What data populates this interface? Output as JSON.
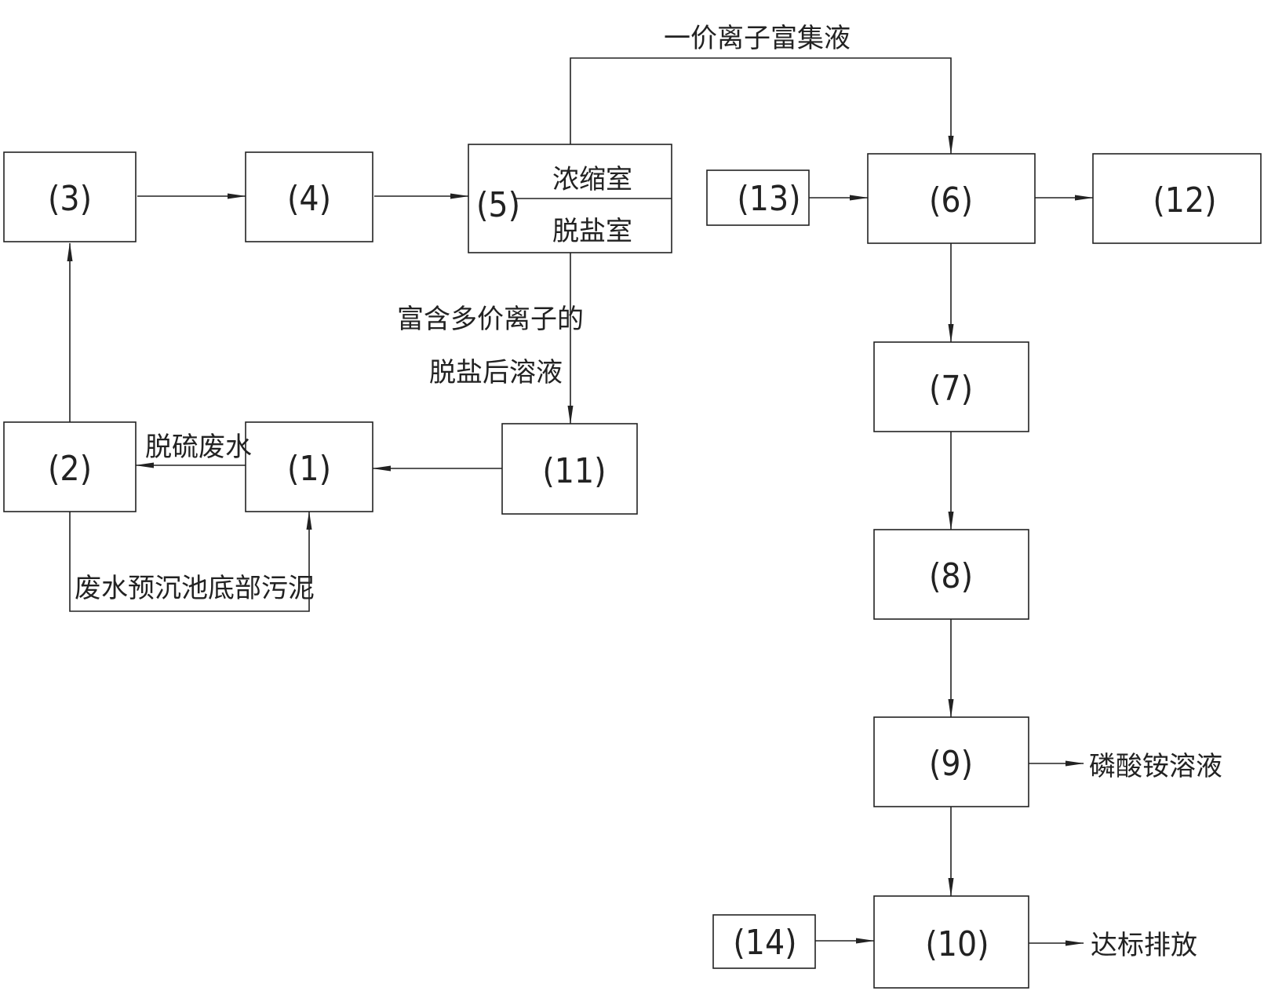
{
  "boxes": {
    "b1": "(1)",
    "b2": "(2)",
    "b3": "(3)",
    "b4": "(4)",
    "b5": "(5)",
    "b6": "(6)",
    "b7": "(7)",
    "b8": "(8)",
    "b9": "(9)",
    "b10": "(10)",
    "b11": "(11)",
    "b12": "(12)",
    "b13": "(13)",
    "b14": "(14)"
  },
  "chambers": {
    "concentrate": "浓缩室",
    "desalination": "脱盐室"
  },
  "flow_labels": {
    "monovalent_enriched": "一价离子富集液",
    "multivalent_line1": "富含多价离子的",
    "multivalent_line2": "脱盐后溶液",
    "desulfurization_wastewater": "脱硫废水",
    "presettling_sludge": "废水预沉池底部污泥",
    "ammonium_phosphate": "磷酸铵溶液",
    "discharge": "达标排放"
  }
}
